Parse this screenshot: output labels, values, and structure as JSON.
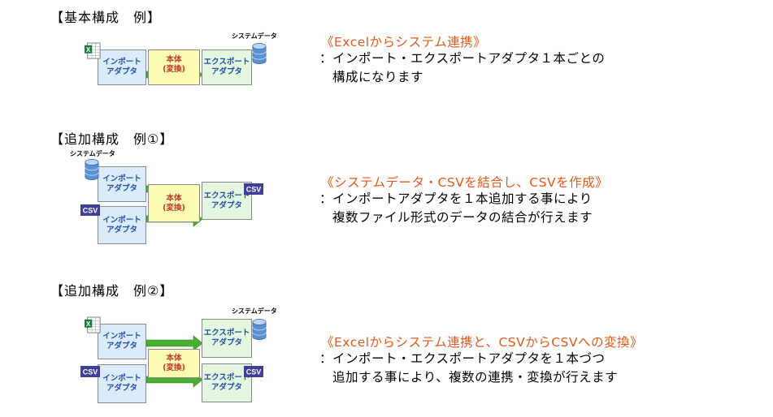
{
  "sections": [
    {
      "heading": "【基本構成　例】",
      "title": "《Excelからシステム連携》",
      "desc_lines": [
        "：インポート・エクスポートアダプタ１本ごとの",
        "　構成になります"
      ],
      "sys_label": "システムデータ"
    },
    {
      "heading": "【追加構成　例①】",
      "title": "《システムデータ・CSVを結合し、CSVを作成》",
      "desc_lines": [
        "：インポートアダプタを１本追加する事により",
        "　複数ファイル形式のデータの結合が行えます"
      ],
      "sys_label": "システムデータ"
    },
    {
      "heading": "【追加構成　例②】",
      "title": "《Excelからシステム連携と、CSVからCSVへの変換》",
      "desc_lines": [
        "：インポート・エクスポートアダプタを１本づつ",
        "　追加する事により、複数の連携・変換が行えます"
      ],
      "sys_label": "システムデータ"
    }
  ],
  "boxes": {
    "import": "インポート\nアダプタ",
    "core": "本体\n(変換)",
    "export": "エクスポート\nアダプタ"
  },
  "icons": {
    "csv": "CSV",
    "excel": "excel-sheet-icon",
    "database": "database-icon"
  },
  "colors": {
    "title": "#e0591e",
    "arrow": "#4caf32",
    "import_bg": "#dcebfa",
    "core_bg": "#fbfbb4",
    "export_bg": "#e4f6df"
  }
}
